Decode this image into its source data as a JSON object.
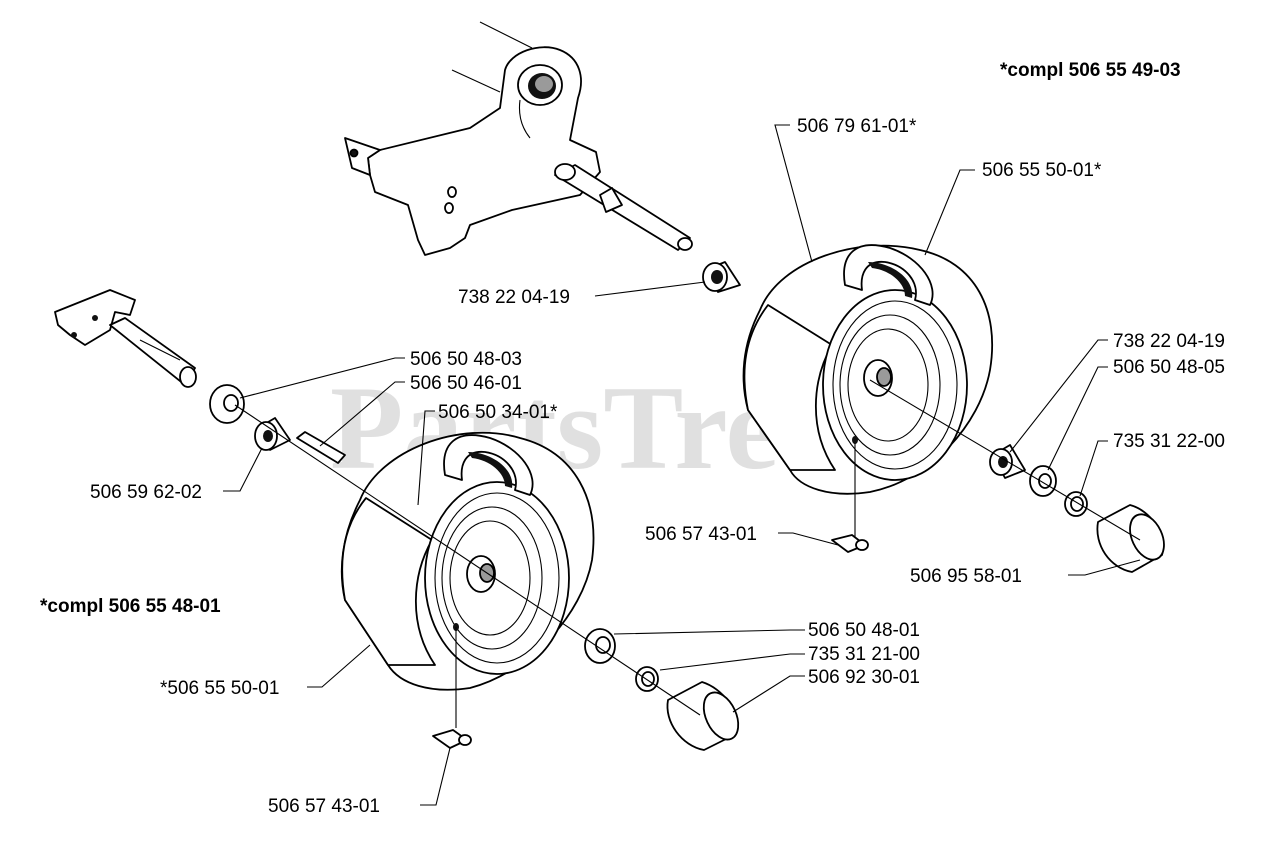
{
  "watermark": {
    "text": "PartsTree",
    "mark": "™"
  },
  "assemblies": [
    {
      "id": "right",
      "label": "*compl 506 55 49-03"
    },
    {
      "id": "left",
      "label": "*compl 506 55 48-01"
    }
  ],
  "callouts": {
    "c_506796101": "506 79 61-01*",
    "c_506555001_r": "506 55 50-01*",
    "c_738220419_a": "738 22 04-19",
    "c_738220419_b": "738 22 04-19",
    "c_506504805": "506 50 48-05",
    "c_735312200": "735 31 22-00",
    "c_506574301_r": "506 57 43-01",
    "c_506955801": "506 95 58-01",
    "c_506504803": "506 50 48-03",
    "c_506504601": "506 50 46-01",
    "c_506503401": "506 50 34-01*",
    "c_506596202": "506 59 62-02",
    "c_506555001_l": "*506 55 50-01",
    "c_506504801": "506 50 48-01",
    "c_735312100": "735 31 21-00",
    "c_506923001": "506 92 30-01",
    "c_506574301_l": "506 57 43-01"
  },
  "colors": {
    "line": "#000000",
    "background": "#ffffff",
    "watermark": "#c8c8c8"
  }
}
